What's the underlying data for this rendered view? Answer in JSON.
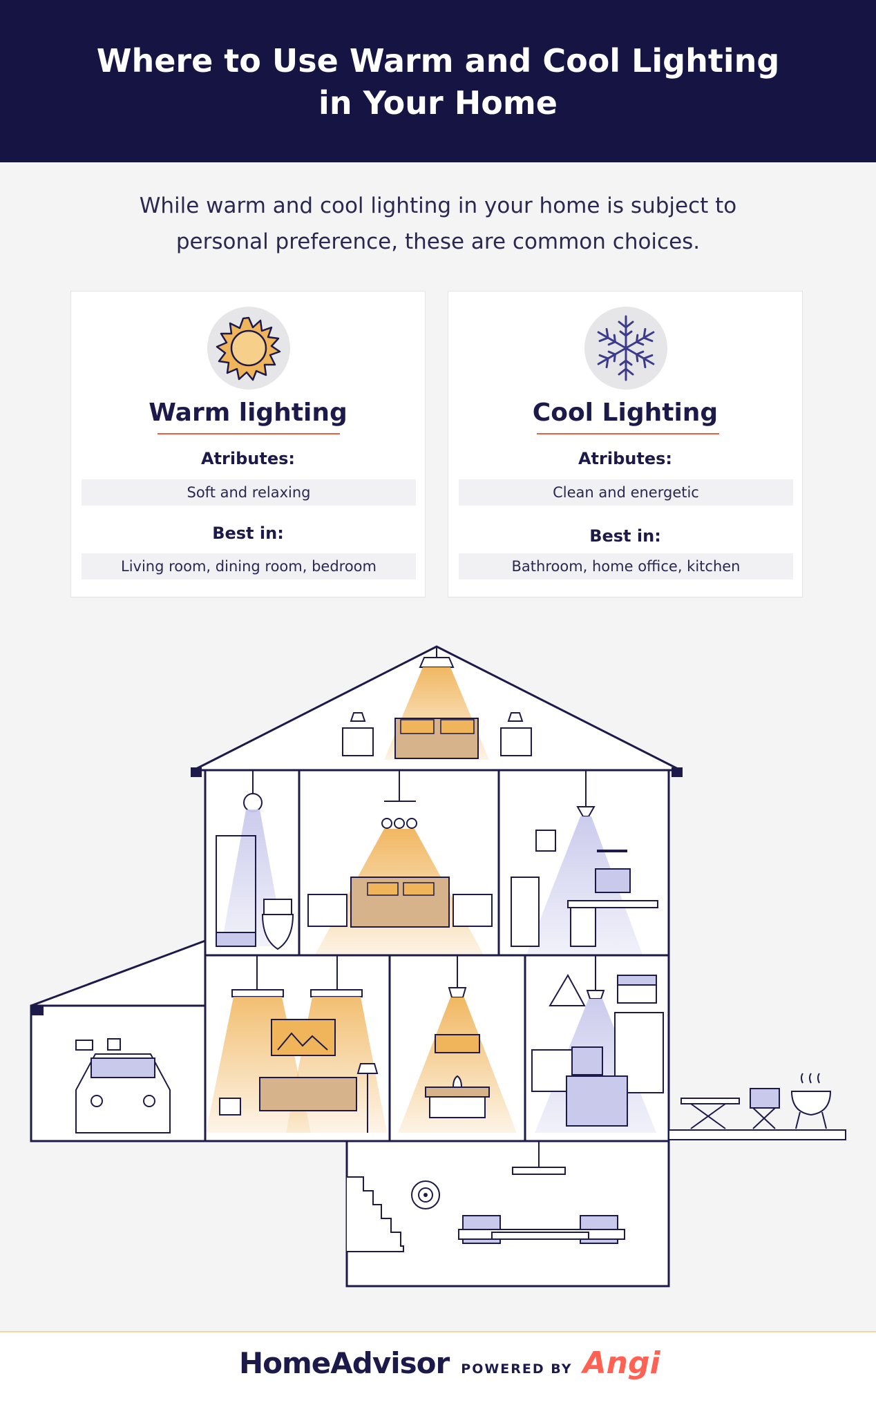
{
  "header": {
    "title_line1": "Where to Use Warm and Cool Lighting",
    "title_line2": "in Your Home"
  },
  "intro": {
    "line1": "While warm and cool lighting in your home is subject to",
    "line2": "personal preference, these are common choices."
  },
  "cards": {
    "warm": {
      "icon": "sun-icon",
      "title": "Warm lighting",
      "attributes_label": "Atributes:",
      "attributes_value": "Soft and relaxing",
      "best_label": "Best in:",
      "best_value": "Living room, dining room, bedroom"
    },
    "cool": {
      "icon": "snowflake-icon",
      "title": "Cool Lighting",
      "attributes_label": "Atributes:",
      "attributes_value": "Clean and energetic",
      "best_label": "Best in:",
      "best_value": "Bathroom, home office, kitchen"
    }
  },
  "colors": {
    "navy": "#151443",
    "warm_light": "#f0b45a",
    "cool_light": "#c9c9ec",
    "accent_rule": "#e8603c",
    "brand_orange": "#ff6153"
  },
  "footer": {
    "brand": "HomeAdvisor",
    "powered_by": "POWERED BY",
    "partner": "Angi"
  }
}
